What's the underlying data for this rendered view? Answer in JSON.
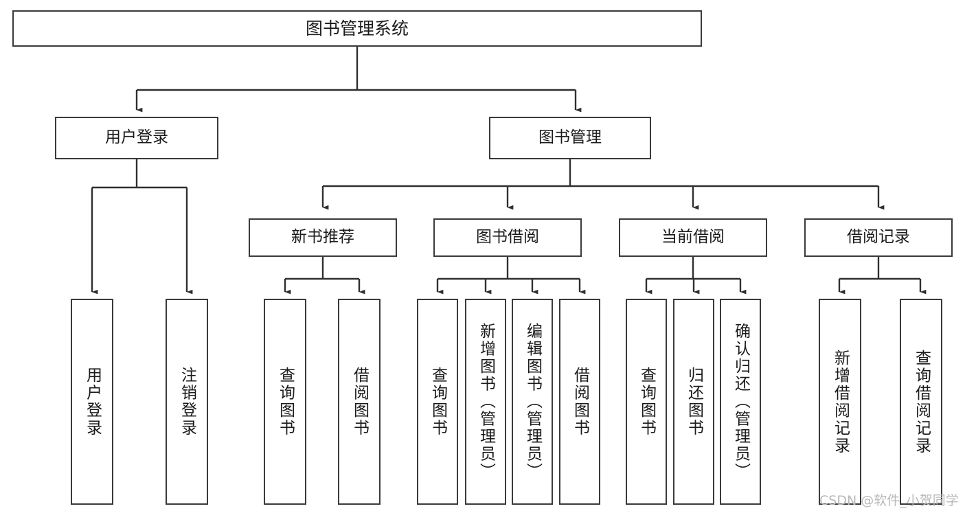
{
  "diagram": {
    "title_text": "图书管理系统",
    "type": "hierarchy-tree",
    "arrow_color": "#2f2f2f",
    "box_border_color": "#3a3a3a",
    "box_fill_color": "#ffffff",
    "text_color": "#1b1b1b",
    "background_color": "#ffffff"
  },
  "root": {
    "label": "图书管理系统"
  },
  "level2": [
    {
      "label": "用户登录"
    },
    {
      "label": "图书管理"
    }
  ],
  "level3": [
    {
      "label": "新书推荐"
    },
    {
      "label": "图书借阅"
    },
    {
      "label": "当前借阅"
    },
    {
      "label": "借阅记录"
    }
  ],
  "leaves": {
    "user_login": [
      {
        "label": "用户登录"
      },
      {
        "label": "注销登录"
      }
    ],
    "new_book_recommend": [
      {
        "label": "查询图书"
      },
      {
        "label": "借阅图书"
      }
    ],
    "book_borrow": [
      {
        "label": "查询图书"
      },
      {
        "label": "新增图书（管理员）"
      },
      {
        "label": "编辑图书（管理员）"
      },
      {
        "label": "借阅图书"
      }
    ],
    "current_borrow": [
      {
        "label": "查询图书"
      },
      {
        "label": "归还图书"
      },
      {
        "label": "确认归还（管理员）"
      }
    ],
    "borrow_record": [
      {
        "label": "新增借阅记录"
      },
      {
        "label": "查询借阅记录"
      }
    ]
  },
  "watermark": {
    "text": "CSDN @软件_小贺同学",
    "color": "#b9b9b9"
  }
}
